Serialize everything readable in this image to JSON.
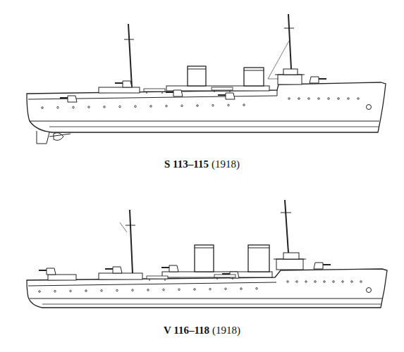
{
  "diagram": {
    "labels": [
      "S 113–115",
      "(1918)",
      "V 116–118",
      "(1918)"
    ]
  }
}
